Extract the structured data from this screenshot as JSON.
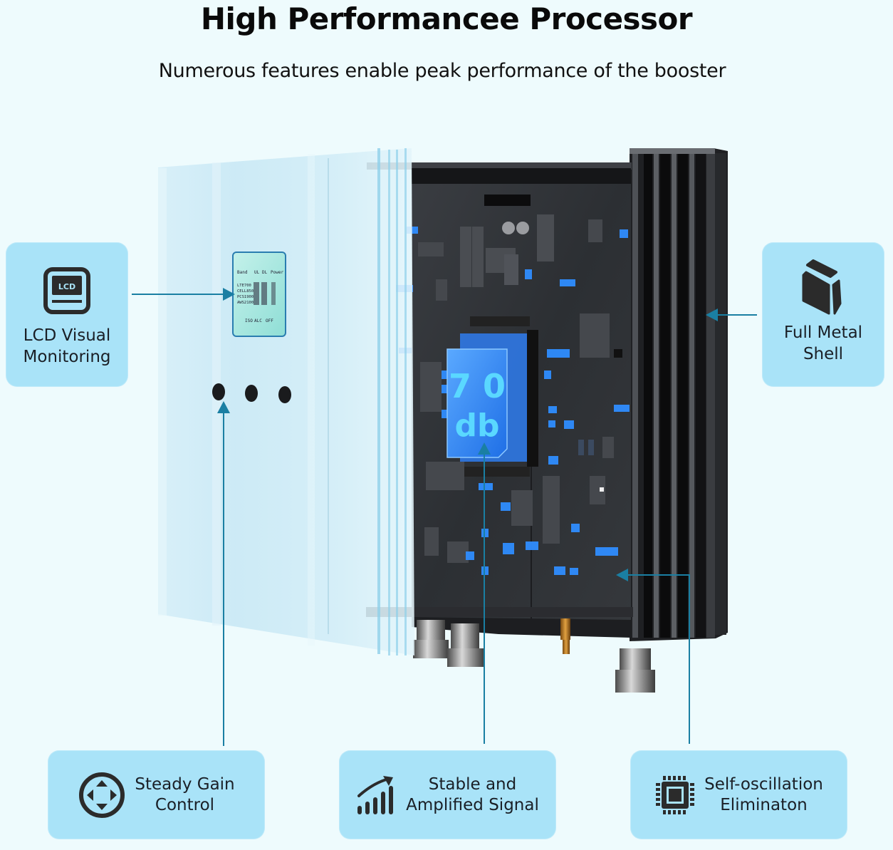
{
  "header": {
    "title": "High Performancee Processor",
    "subtitle": "Numerous features enable peak performance of the booster"
  },
  "features": {
    "lcd": {
      "label_line1": "LCD Visual",
      "label_line2": "Monitoring",
      "icon": "lcd-monitor-icon",
      "icon_text": "LCD"
    },
    "shell": {
      "label_line1": "Full Metal",
      "label_line2": "Shell",
      "icon": "metal-block-icon"
    },
    "gain": {
      "label_line1": "Steady Gain",
      "label_line2": "Control",
      "icon": "directional-pad-icon"
    },
    "signal": {
      "label_line1": "Stable and",
      "label_line2": "Amplified Signal",
      "icon": "signal-growth-icon"
    },
    "oscillation": {
      "label_line1": "Self-oscillation",
      "label_line2": "Eliminaton",
      "icon": "chip-icon"
    }
  },
  "device": {
    "chip_value": "7 0",
    "chip_unit": "db",
    "lcd_screen": {
      "header": [
        "Band",
        "UL",
        "DL",
        "Power"
      ],
      "rows": [
        "LTE700",
        "CELL850",
        "PCS1900",
        "AWS2100"
      ],
      "footer": [
        "ISO",
        "ALC",
        "OFF"
      ]
    }
  },
  "colors": {
    "background": "#eefbfd",
    "card": "#a9e3f8",
    "callout": "#1a7fa3",
    "text": "#1a1f26",
    "chip_glow": "#2f8dff"
  }
}
